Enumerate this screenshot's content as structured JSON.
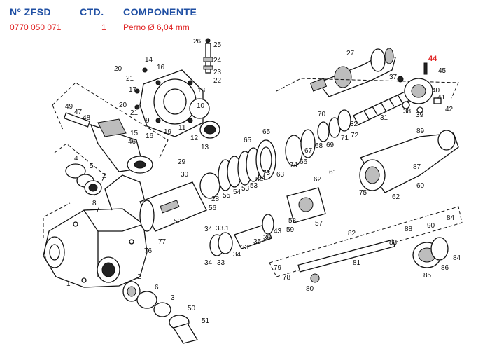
{
  "table": {
    "headers": {
      "code": "Nº ZFSD",
      "qty": "CTD.",
      "component": "COMPONENTE"
    },
    "row": {
      "code": "0770 050 071",
      "qty": "1",
      "component": "Perno Ø 6,04 mm"
    }
  },
  "colors": {
    "header": "#1f4fa3",
    "row": "#e02424",
    "highlight": "#e02424",
    "line": "#111111"
  },
  "highlighted_part": "44",
  "part_labels": [
    "1",
    "2",
    "3",
    "4",
    "5",
    "6",
    "7",
    "8",
    "9",
    "10",
    "11",
    "12",
    "13",
    "14",
    "15",
    "16",
    "17",
    "18",
    "19",
    "20",
    "21",
    "22",
    "23",
    "24",
    "25",
    "26",
    "27",
    "28",
    "29",
    "30",
    "31",
    "32",
    "33",
    "33.1",
    "34",
    "35",
    "36",
    "37",
    "38",
    "39",
    "40",
    "41",
    "42",
    "43",
    "44",
    "45",
    "46",
    "47",
    "48",
    "49",
    "50",
    "51",
    "52",
    "53",
    "54",
    "55",
    "56",
    "57",
    "58",
    "59",
    "60",
    "61",
    "62",
    "63",
    "64",
    "65",
    "66",
    "67",
    "68",
    "69",
    "70",
    "71",
    "72",
    "73",
    "74",
    "75",
    "76",
    "77",
    "78",
    "79",
    "80",
    "81",
    "82",
    "83",
    "84",
    "85",
    "86",
    "87",
    "88",
    "89",
    "90"
  ]
}
